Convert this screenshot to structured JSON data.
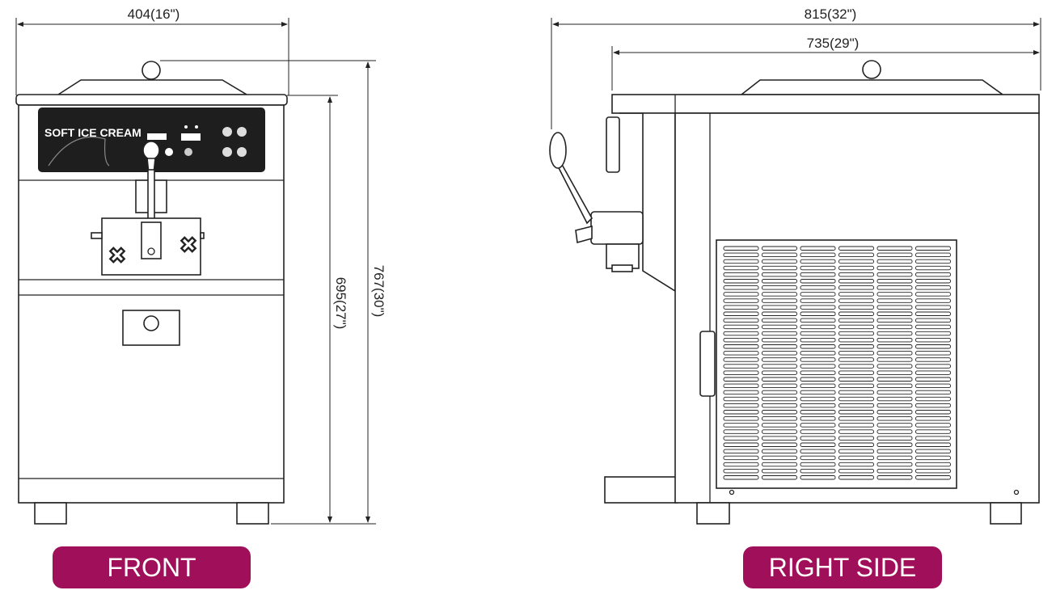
{
  "front": {
    "label": "FRONT",
    "panel_text": "SOFT ICE CREAM",
    "dims": {
      "width": "404(16\")",
      "height_body": "695(27\")",
      "height_total": "767(30\")"
    }
  },
  "side": {
    "label": "RIGHT SIDE",
    "dims": {
      "depth_total": "815(32\")",
      "depth_body": "735(29\")"
    }
  },
  "colors": {
    "label_bg": "#a0105a",
    "panel": "#1e1e1e",
    "line": "#222222"
  }
}
